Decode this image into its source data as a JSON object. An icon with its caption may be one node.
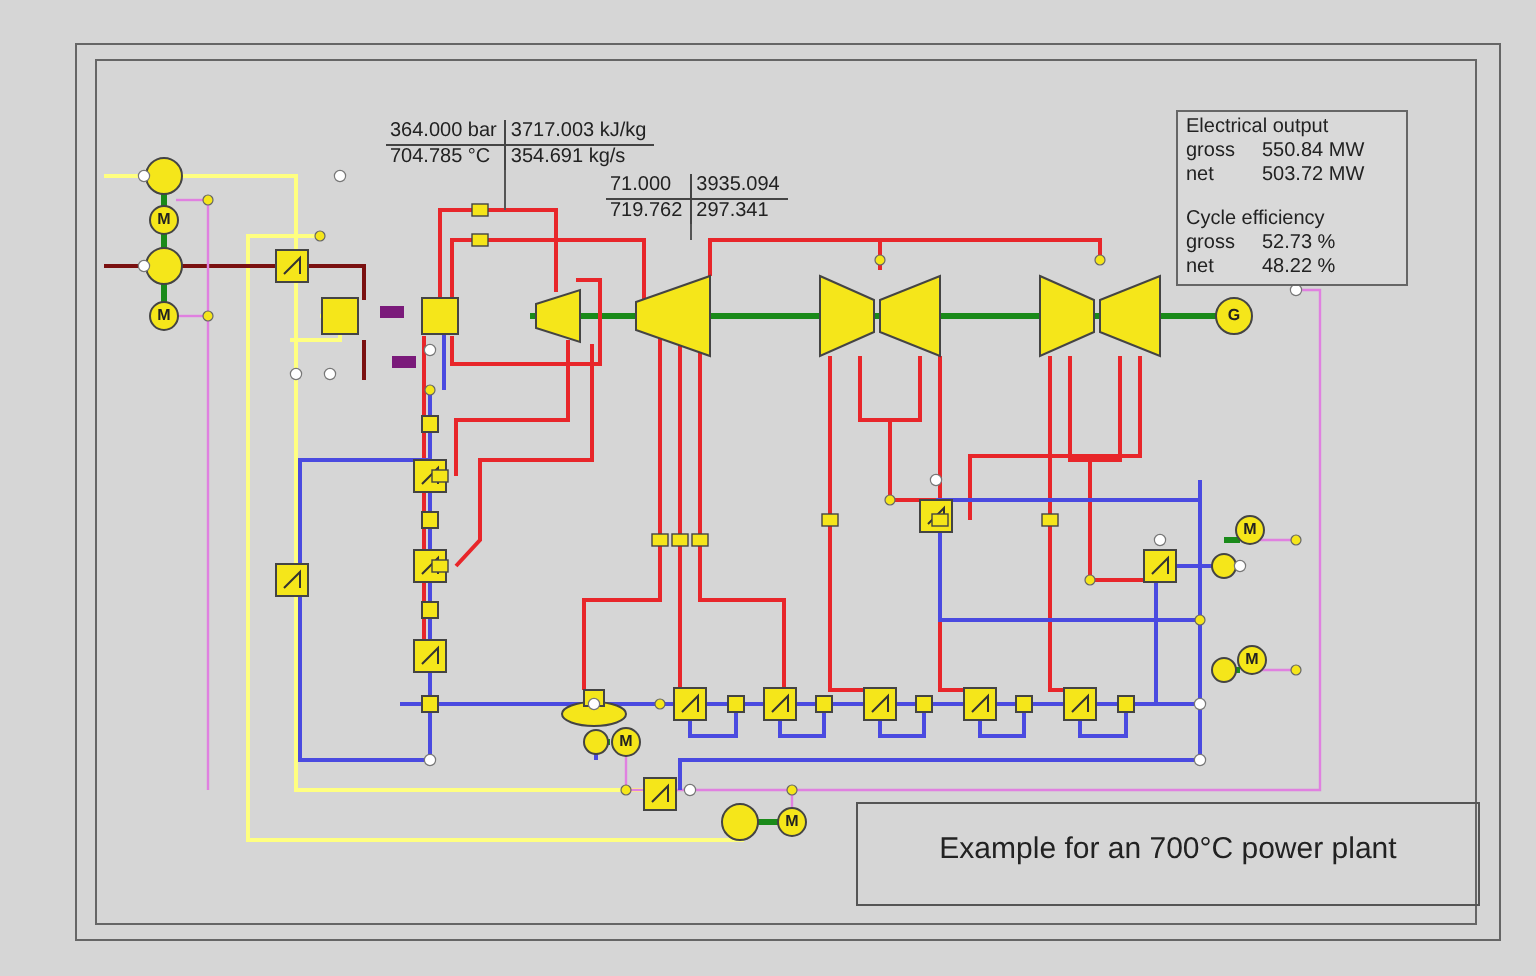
{
  "diagram": {
    "title": "Example for an 700°C power plant",
    "nodes": [
      {
        "text": [
          "Electrical output",
          "gross",
          "550.84 MW",
          "net",
          "503.72 MW",
          "Cycle efficiency",
          "gross",
          "52.73 %",
          "net",
          "48.22 %"
        ]
      },
      {
        "text": [
          "364.000 bar",
          "3717.003 kJ/kg",
          "704.785 °C",
          "354.691 kg/s"
        ]
      },
      {
        "text": [
          "71.000",
          "3935.094",
          "719.762",
          "297.341"
        ]
      }
    ],
    "edges": [
      {
        "from": 1,
        "to": null,
        "arrow": "none"
      },
      {
        "from": 2,
        "to": null,
        "arrow": "none"
      }
    ],
    "labels": [
      "M",
      "M",
      "G",
      "M",
      "M",
      "M",
      "M"
    ]
  }
}
